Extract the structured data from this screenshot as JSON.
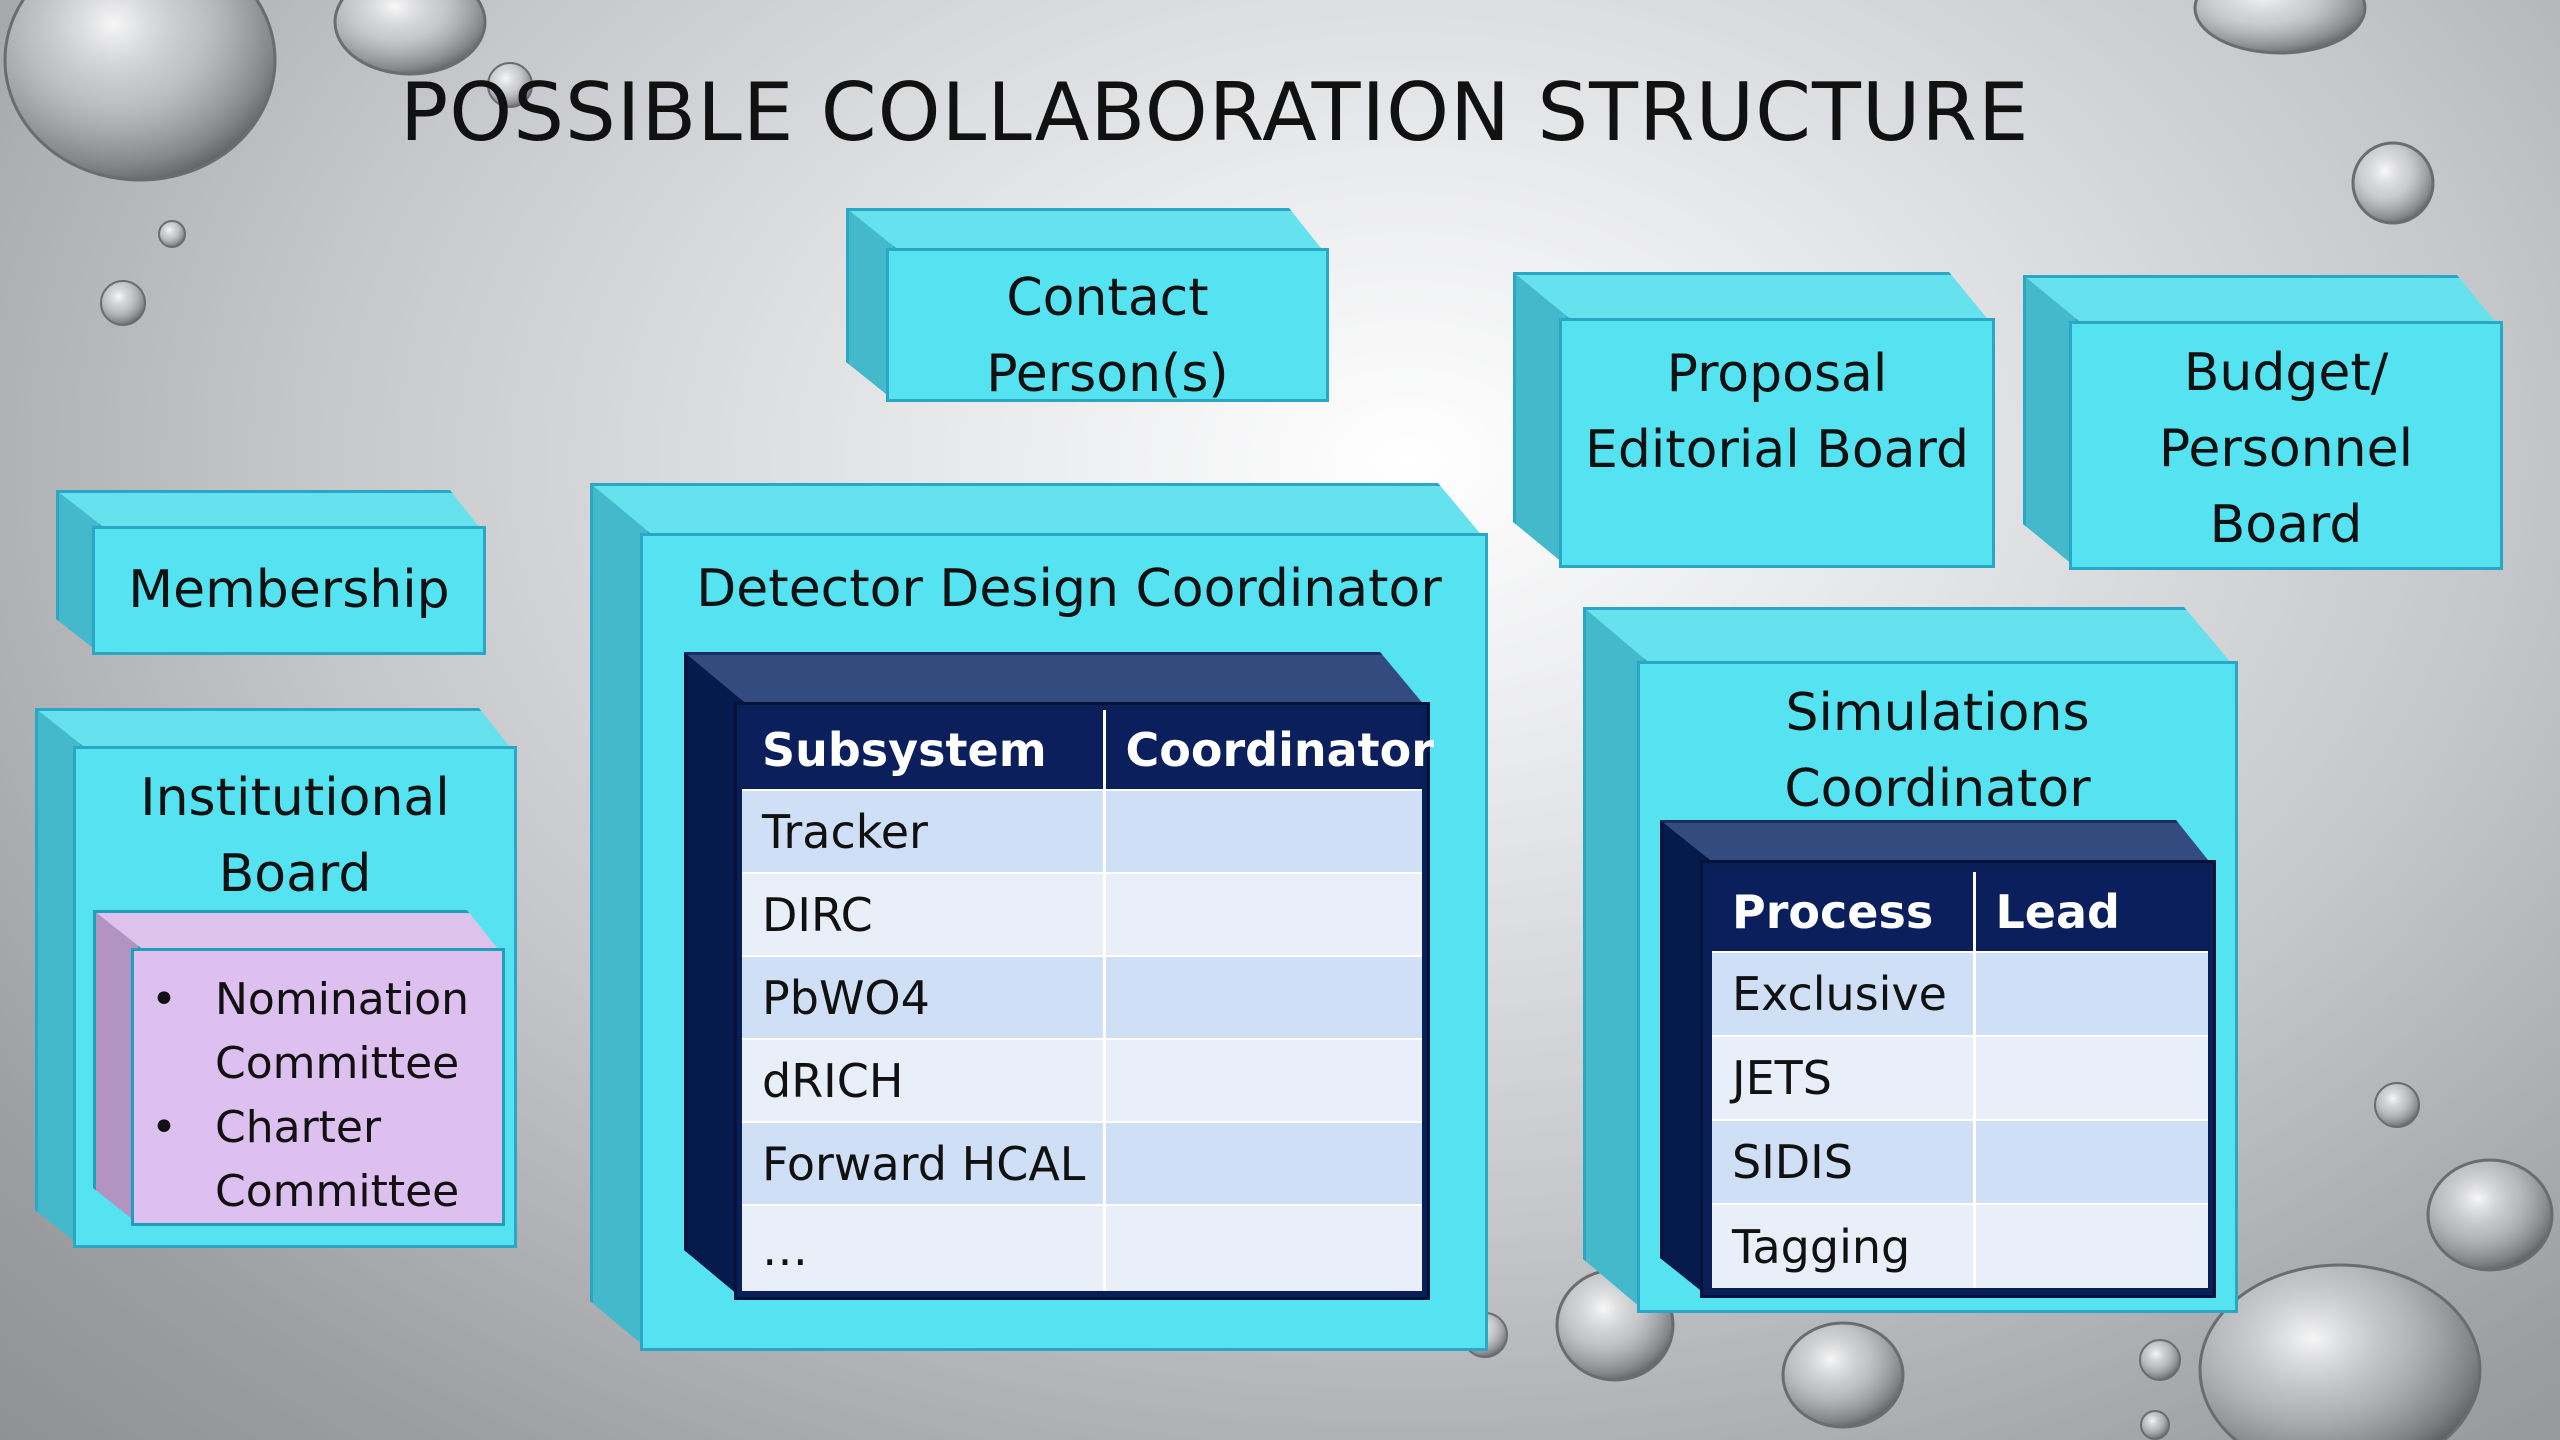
{
  "title": "POSSIBLE COLLABORATION STRUCTURE",
  "boxes": {
    "contact": [
      "Contact",
      "Person(s)"
    ],
    "proposal": [
      "Proposal",
      "Editorial Board"
    ],
    "budget": [
      "Budget/",
      "Personnel",
      "Board"
    ],
    "membership": "Membership",
    "institutional": [
      "Institutional",
      "Board"
    ],
    "detector": "Detector Design Coordinator",
    "simulations": [
      "Simulations",
      "Coordinator"
    ]
  },
  "committees": [
    "Nomination",
    "Committee",
    "Charter",
    "Committee"
  ],
  "detector_table": {
    "headers": [
      "Subsystem",
      "Coordinator"
    ],
    "rows": [
      "Tracker",
      "DIRC",
      "PbWO4",
      "dRICH",
      "Forward HCAL",
      "…"
    ]
  },
  "simulation_table": {
    "headers": [
      "Process",
      "Lead"
    ],
    "rows": [
      "Exclusive",
      "JETS",
      "SIDIS",
      "Tagging"
    ]
  },
  "colors": {
    "box_front": "#55e3f2",
    "box_side": "#44b9cc",
    "table_header": "#0b1f5c",
    "committee_box": "#ddbff0"
  }
}
